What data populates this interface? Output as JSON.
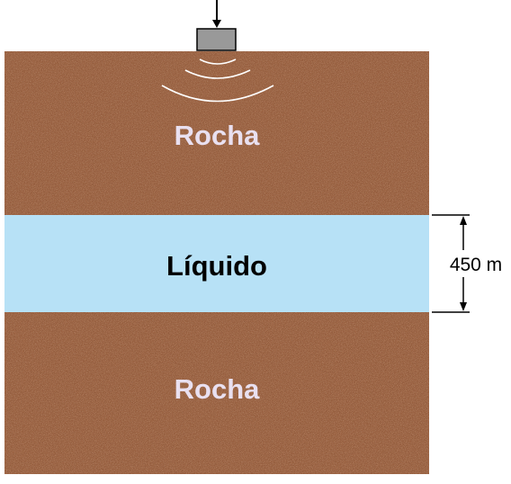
{
  "layers": {
    "top": {
      "label": "Rocha",
      "color": "#a56a48"
    },
    "middle": {
      "label": "Líquido",
      "color": "#b7e1f6"
    },
    "bottom": {
      "label": "Rocha",
      "color": "#a56a48"
    }
  },
  "dimension": {
    "label": "450 m"
  },
  "colors": {
    "rock_text": "#e9e0f0",
    "liquid_text": "#000000",
    "device": "#999999",
    "wave": "#ffffff",
    "line": "#000000"
  },
  "icons": {
    "device": "ultrasonic-emitter",
    "arrow": "arrow-down-icon"
  }
}
